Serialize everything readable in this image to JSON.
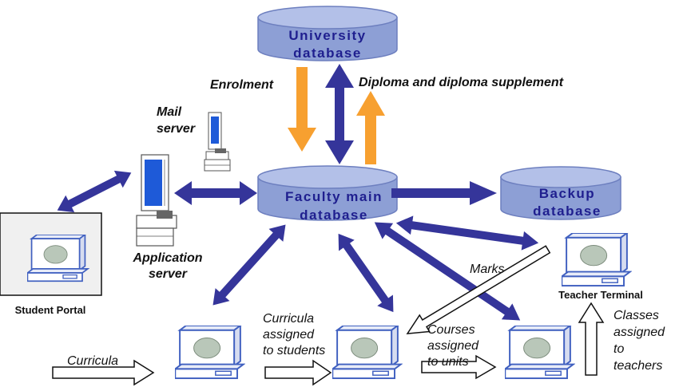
{
  "colors": {
    "blue_arrow": "#35359a",
    "orange_arrow": "#f7a030",
    "db_fill": "#8d9fd5",
    "db_top": "#b3c0e8",
    "db_text": "#1f1f8f",
    "server_blue": "#1e5ad8",
    "terminal_frame": "#4060c0",
    "screen": "#b9c7b9"
  },
  "databases": {
    "university": [
      "University",
      "database"
    ],
    "faculty": [
      "Faculty main",
      "database"
    ],
    "backup": [
      "Backup",
      "database"
    ]
  },
  "servers": {
    "mail": [
      "Mail",
      "server"
    ],
    "application": [
      "Application",
      "server"
    ]
  },
  "portal": {
    "label": "Student Portal"
  },
  "teacher": {
    "label": "Teacher Terminal"
  },
  "flows": {
    "enrolment": "Enrolment",
    "diploma": "Diploma and diploma supplement",
    "marks": "Marks",
    "curricula": "Curricula",
    "curricula_assigned": [
      "Curricula",
      "assigned",
      "to students"
    ],
    "courses_assigned": [
      "Courses",
      "assigned",
      "to units"
    ],
    "classes_assigned": [
      "Classes",
      "assigned",
      "to",
      "teachers"
    ]
  },
  "icons": [
    "database-icon",
    "server-icon",
    "terminal-icon",
    "arrow-icon"
  ]
}
